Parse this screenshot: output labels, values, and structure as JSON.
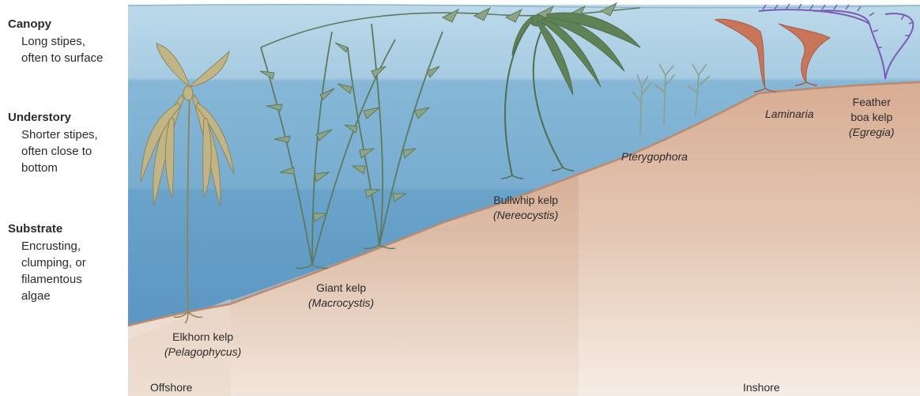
{
  "zones": {
    "canopy": {
      "title": "Canopy",
      "desc": "Long stipes,\noften to surface"
    },
    "understory": {
      "title": "Understory",
      "desc": "Shorter stipes,\noften close to\nbottom"
    },
    "substrate": {
      "title": "Substrate",
      "desc": "Encrusting,\nclumping, or\nfilamentous\nalgae"
    }
  },
  "species": {
    "elkhorn": {
      "common": "Elkhorn kelp",
      "scientific": "(Pelagophycus)"
    },
    "giant": {
      "common": "Giant kelp",
      "scientific": "(Macrocystis)"
    },
    "bullwhip": {
      "common": "Bullwhip kelp",
      "scientific": "(Nereocystis)"
    },
    "pterygophora": {
      "scientific": "Pterygophora"
    },
    "laminaria": {
      "scientific": "Laminaria"
    },
    "feather": {
      "common1": "Feather",
      "common2": "boa kelp",
      "scientific": "(Egregia)"
    }
  },
  "edges": {
    "offshore": "Offshore",
    "inshore": "Inshore"
  },
  "colors": {
    "water_surface": "#a9cde3",
    "water_mid": "#7fb2d3",
    "water_deep": "#5f9bc6",
    "seabed": "#d9b49a",
    "seabed_deep": "#c99c80",
    "kelp_green": "#6f8f6a",
    "kelp_tan": "#b9ad7e",
    "laminaria_red": "#c9755a",
    "egregia_purple": "#8a6cc2"
  }
}
